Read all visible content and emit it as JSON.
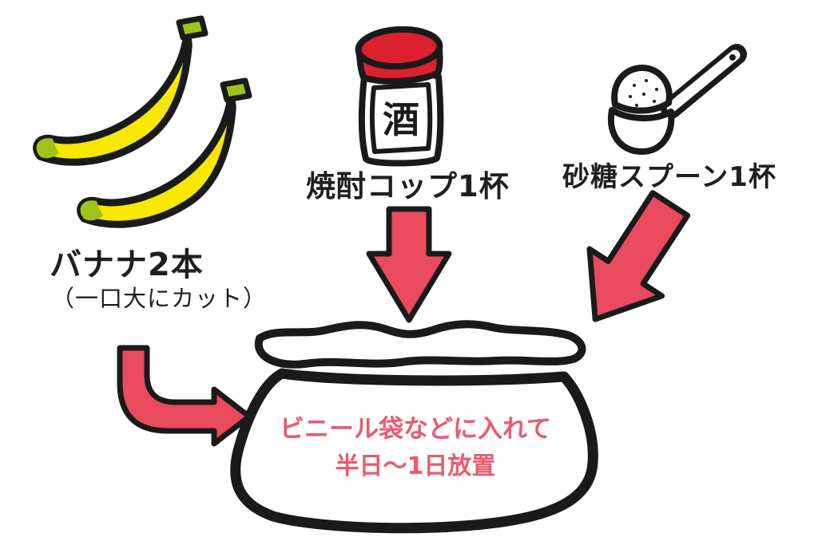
{
  "diagram": {
    "background": "#ffffff",
    "ingredients": {
      "banana": {
        "label": "バナナ2本",
        "note": "（一口大にカット）"
      },
      "shochu": {
        "label": "焼酎コップ1杯",
        "bottle_character": "酒"
      },
      "sugar": {
        "label": "砂糖スプーン1杯"
      }
    },
    "bag_instruction": {
      "line1": "ビニール袋などに入れて",
      "line2": "半日〜1日放置"
    }
  },
  "colors": {
    "outline": "#1a1a1a",
    "banana_yellow": "#f8e800",
    "leaf_green": "#9ec41c",
    "cap_red": "#dc202e",
    "arrow_pink": "#ea4a5e",
    "bag_text_pink": "#e95a70",
    "label_text": "#1f1f1f"
  },
  "illustrations": [
    {
      "name": "two-bananas-icon"
    },
    {
      "name": "shochu-bottle-icon"
    },
    {
      "name": "sugar-spoon-icon"
    },
    {
      "name": "down-arrow-icon"
    },
    {
      "name": "diagonal-arrow-icon"
    },
    {
      "name": "elbow-arrow-icon"
    },
    {
      "name": "plastic-bag-icon"
    }
  ]
}
